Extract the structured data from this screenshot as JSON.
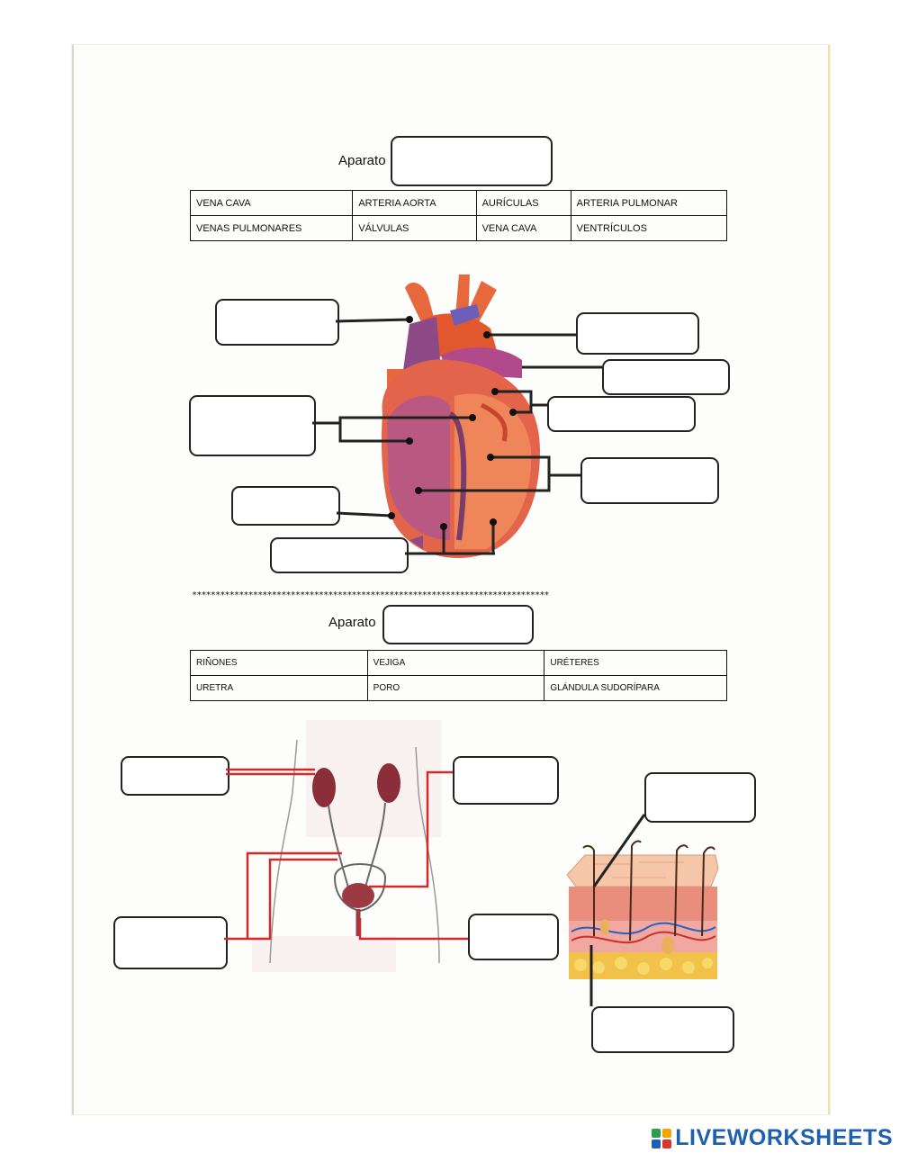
{
  "section_heart": {
    "title": "Aparato",
    "words": [
      [
        "VENA CAVA",
        "ARTERIA AORTA",
        "AURÍCULAS",
        "ARTERIA PULMONAR"
      ],
      [
        "VENAS PULMONARES",
        "VÁLVULAS",
        "VENA CAVA",
        "VENTRÍCULOS"
      ]
    ]
  },
  "separator": "****************************************************************************",
  "section_excretory": {
    "title": "Aparato",
    "words": [
      [
        "RIÑONES",
        "VEJIGA",
        "URÉTERES"
      ],
      [
        "URETRA",
        "PORO",
        "GLÁNDULA SUDORÍPARA"
      ]
    ]
  },
  "watermark": {
    "text": "LIVEWORKSHEETS",
    "color": "#1f5fb0"
  },
  "icons": [
    "heart-diagram",
    "urinary-system-diagram",
    "skin-cross-section-diagram"
  ]
}
